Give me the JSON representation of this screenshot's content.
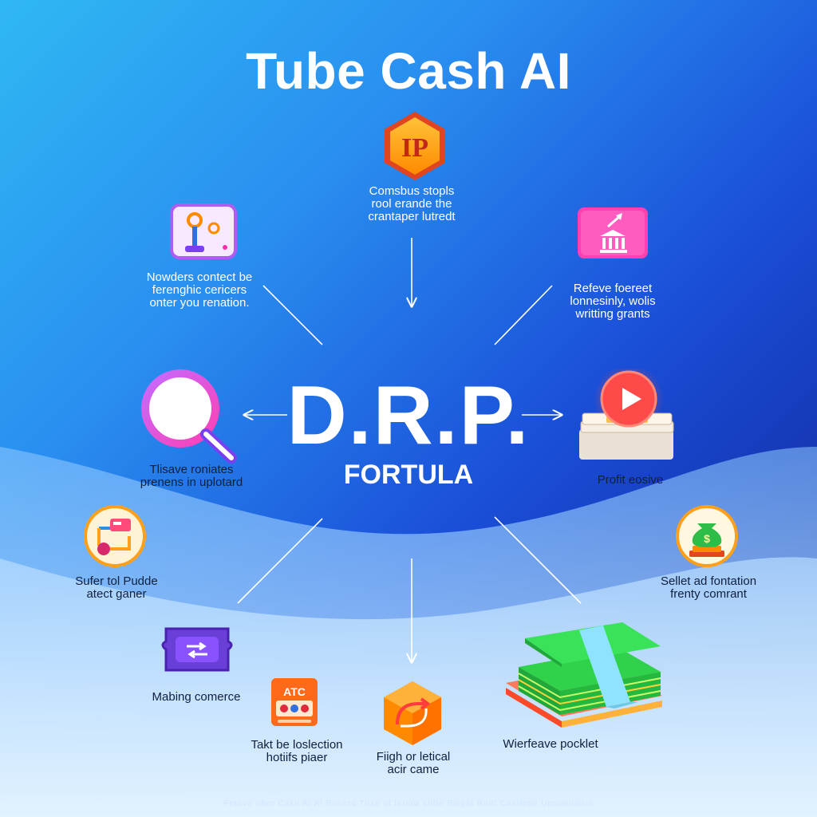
{
  "title": "Tube Cash AI",
  "core": {
    "acronym": "D.R.P.",
    "subtitle": "FORTULA"
  },
  "nodes": {
    "top": {
      "icon": "ip-hexagon-icon",
      "badge": "IP",
      "lines": [
        "Comsbus stopls",
        "rool erande the",
        "crantaper lutredt"
      ]
    },
    "upper_left": {
      "icon": "gears-panel-icon",
      "lines": [
        "Nowders contect be",
        "ferenghic cericers",
        "onter you renation."
      ]
    },
    "upper_right": {
      "icon": "bank-growth-icon",
      "lines": [
        "Refeve foereet",
        "lonnesinly, wolis",
        "writting grants"
      ]
    },
    "left": {
      "icon": "magnifier-icon",
      "lines": [
        "Tlisave roniates",
        "prenens in uplotard"
      ]
    },
    "right": {
      "icon": "video-cash-icon",
      "lines": [
        "Profit eosive"
      ]
    },
    "mid_left": {
      "icon": "pipeline-icon",
      "lines": [
        "Sufer tol Pudde",
        "atect ganer"
      ]
    },
    "mid_right": {
      "icon": "money-bag-icon",
      "lines": [
        "Sellet ad fontation",
        "frenty comrant"
      ]
    },
    "bottom_left": {
      "icon": "ticket-icon",
      "lines": [
        "Mabing comerce"
      ]
    },
    "bottom_left2": {
      "icon": "atc-panel-icon",
      "badge": "ATC",
      "lines": [
        "Takt be loslection",
        "hotiifs piaer"
      ]
    },
    "bottom_center": {
      "icon": "cube-arrow-icon",
      "lines": [
        "Fiigh or letical",
        "acir came"
      ]
    },
    "bottom_right": {
      "icon": "cash-stack-icon",
      "lines": [
        "Wierfeave pocklet"
      ]
    }
  },
  "footer": "Fetove liber Cash AI Al Riinerd Tlise of lerlow clitle Risgal Roitl Contlebe Upnoeitietiit",
  "colors": {
    "accent_orange": "#ff8a00",
    "accent_pink": "#ff2fa8",
    "accent_purple": "#7b3ff2",
    "accent_green": "#2fd24a",
    "accent_red": "#ff3b3b"
  }
}
